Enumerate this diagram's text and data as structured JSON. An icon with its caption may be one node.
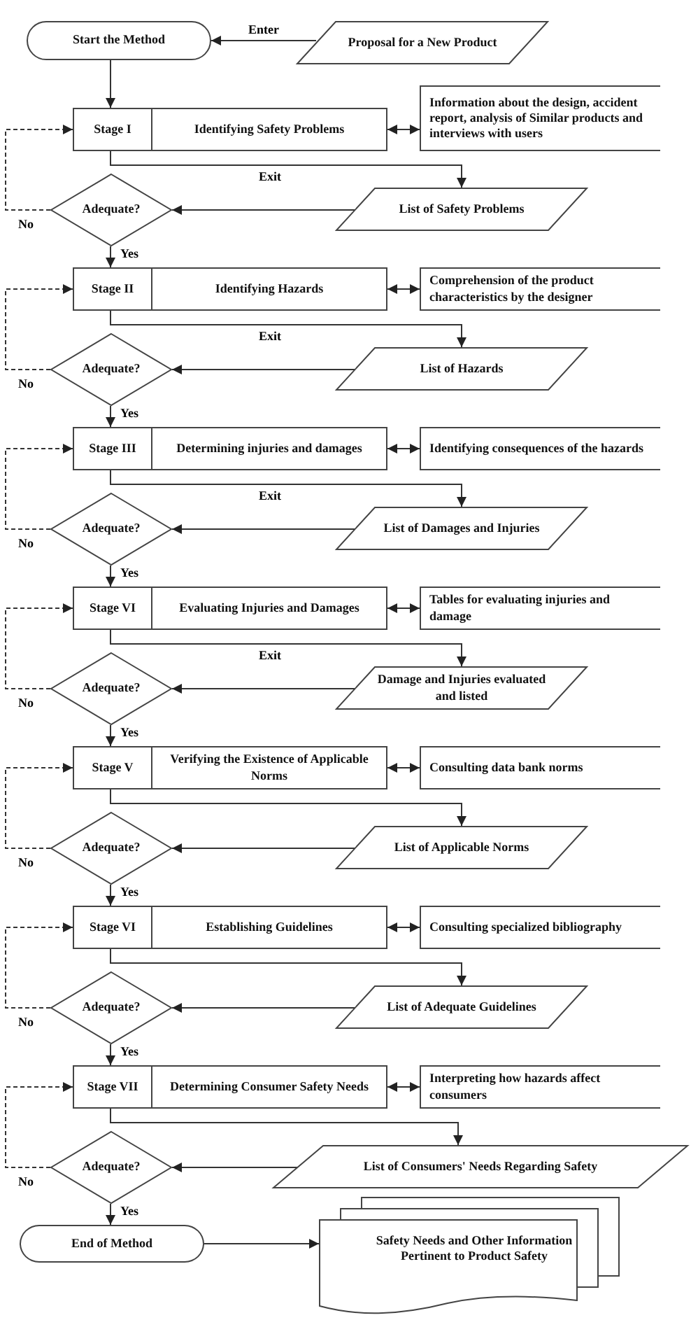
{
  "diagram": {
    "nodes": [
      {
        "text": [
          "Start the Method"
        ]
      },
      {
        "text": [
          "Proposal for a New Product"
        ]
      },
      {
        "text": [
          "Stage I",
          "Identifying Safety Problems"
        ]
      },
      {
        "text": [
          "Information about the design, accident report, analysis of Similar products and interviews with users"
        ]
      },
      {
        "text": [
          "List of Safety Problems"
        ]
      },
      {
        "text": [
          "Adequate?"
        ]
      },
      {
        "text": [
          "Stage II",
          "Identifying Hazards"
        ]
      },
      {
        "text": [
          "Comprehension of the product characteristics by the designer"
        ]
      },
      {
        "text": [
          "List of Hazards"
        ]
      },
      {
        "text": [
          "Adequate?"
        ]
      },
      {
        "text": [
          "Stage III",
          "Determining injuries and damages"
        ]
      },
      {
        "text": [
          "Identifying consequences of the hazards"
        ]
      },
      {
        "text": [
          "List of Damages and Injuries"
        ]
      },
      {
        "text": [
          "Adequate?"
        ]
      },
      {
        "text": [
          "Stage VI",
          "Evaluating Injuries and Damages"
        ]
      },
      {
        "text": [
          "Tables for evaluating injuries and damage"
        ]
      },
      {
        "text": [
          "Damage and Injuries evaluated and listed"
        ]
      },
      {
        "text": [
          "Adequate?"
        ]
      },
      {
        "text": [
          "Stage V",
          "Verifying the Existence of Applicable Norms"
        ]
      },
      {
        "text": [
          "Consulting data bank norms"
        ]
      },
      {
        "text": [
          "List of Applicable Norms"
        ]
      },
      {
        "text": [
          "Adequate?"
        ]
      },
      {
        "text": [
          "Stage VI",
          "Establishing Guidelines"
        ]
      },
      {
        "text": [
          "Consulting specialized bibliography"
        ]
      },
      {
        "text": [
          "List of Adequate Guidelines"
        ]
      },
      {
        "text": [
          "Adequate?"
        ]
      },
      {
        "text": [
          "Stage VII",
          "Determining Consumer Safety Needs"
        ]
      },
      {
        "text": [
          "Interpreting how hazards affect consumers"
        ]
      },
      {
        "text": [
          "List of Consumers' Needs Regarding Safety"
        ]
      },
      {
        "text": [
          "Adequate?"
        ]
      },
      {
        "text": [
          "End of Method"
        ]
      },
      {
        "text": [
          "Safety Needs and Other Information Pertinent to Product Safety"
        ]
      }
    ],
    "edges": [
      {
        "from": 1,
        "to": 0,
        "arrow": "to",
        "label": "Enter"
      },
      {
        "from": 0,
        "to": 2,
        "arrow": "to"
      },
      {
        "from": 2,
        "to": 3,
        "arrow": "both"
      },
      {
        "from": 2,
        "to": 4,
        "arrow": "to",
        "label": "Exit"
      },
      {
        "from": 4,
        "to": 5,
        "arrow": "to"
      },
      {
        "from": 5,
        "to": 2,
        "arrow": "to",
        "label": "No",
        "style": "dashed"
      },
      {
        "from": 5,
        "to": 6,
        "arrow": "to",
        "label": "Yes"
      },
      {
        "from": 6,
        "to": 7,
        "arrow": "both"
      },
      {
        "from": 6,
        "to": 8,
        "arrow": "to",
        "label": "Exit"
      },
      {
        "from": 8,
        "to": 9,
        "arrow": "to"
      },
      {
        "from": 9,
        "to": 6,
        "arrow": "to",
        "label": "No",
        "style": "dashed"
      },
      {
        "from": 9,
        "to": 10,
        "arrow": "to",
        "label": "Yes"
      },
      {
        "from": 10,
        "to": 11,
        "arrow": "both"
      },
      {
        "from": 10,
        "to": 12,
        "arrow": "to",
        "label": "Exit"
      },
      {
        "from": 12,
        "to": 13,
        "arrow": "to"
      },
      {
        "from": 13,
        "to": 10,
        "arrow": "to",
        "label": "No",
        "style": "dashed"
      },
      {
        "from": 13,
        "to": 14,
        "arrow": "to",
        "label": "Yes"
      },
      {
        "from": 14,
        "to": 15,
        "arrow": "both"
      },
      {
        "from": 14,
        "to": 16,
        "arrow": "to",
        "label": "Exit"
      },
      {
        "from": 16,
        "to": 17,
        "arrow": "to"
      },
      {
        "from": 17,
        "to": 14,
        "arrow": "to",
        "label": "No",
        "style": "dashed"
      },
      {
        "from": 17,
        "to": 18,
        "arrow": "to",
        "label": "Yes"
      },
      {
        "from": 18,
        "to": 19,
        "arrow": "both"
      },
      {
        "from": 18,
        "to": 20,
        "arrow": "to"
      },
      {
        "from": 20,
        "to": 21,
        "arrow": "to"
      },
      {
        "from": 21,
        "to": 18,
        "arrow": "to",
        "label": "No",
        "style": "dashed"
      },
      {
        "from": 21,
        "to": 22,
        "arrow": "to",
        "label": "Yes"
      },
      {
        "from": 22,
        "to": 23,
        "arrow": "both"
      },
      {
        "from": 22,
        "to": 24,
        "arrow": "to"
      },
      {
        "from": 24,
        "to": 25,
        "arrow": "to"
      },
      {
        "from": 25,
        "to": 22,
        "arrow": "to",
        "label": "No",
        "style": "dashed"
      },
      {
        "from": 25,
        "to": 26,
        "arrow": "to",
        "label": "Yes"
      },
      {
        "from": 26,
        "to": 27,
        "arrow": "both"
      },
      {
        "from": 26,
        "to": 28,
        "arrow": "to"
      },
      {
        "from": 28,
        "to": 29,
        "arrow": "to"
      },
      {
        "from": 29,
        "to": 26,
        "arrow": "to",
        "label": "No",
        "style": "dashed"
      },
      {
        "from": 29,
        "to": 30,
        "arrow": "to",
        "label": "Yes"
      },
      {
        "from": 30,
        "to": 31,
        "arrow": "to"
      }
    ]
  }
}
